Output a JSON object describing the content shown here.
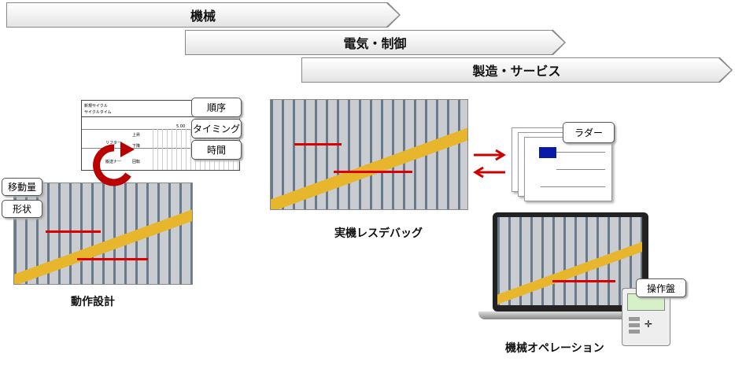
{
  "banners": {
    "mechanical": "機械",
    "electrical": "電気・制御",
    "manufacturing": "製造・サービス"
  },
  "motion_design": {
    "label": "動作設計",
    "callouts": {
      "order": "順序",
      "timing": "タイミング",
      "time": "時間",
      "movement": "移動量",
      "shape": "形状"
    },
    "doc": {
      "title1": "新規サイクル",
      "title2": "サイクルタイム",
      "row1": "リフター",
      "row2": "搬送ナー",
      "col1": "上昇",
      "col2": "下降",
      "col3": "回転",
      "value": "5.00"
    }
  },
  "virtual_debug": {
    "label": "実機レスデバッグ",
    "ladder": "ラダー"
  },
  "machine_operation": {
    "label": "機械オペレーション",
    "panel": "操作盤"
  },
  "colors": {
    "arrow": "#cc0000",
    "ladder_block": "#0a1aa8"
  }
}
